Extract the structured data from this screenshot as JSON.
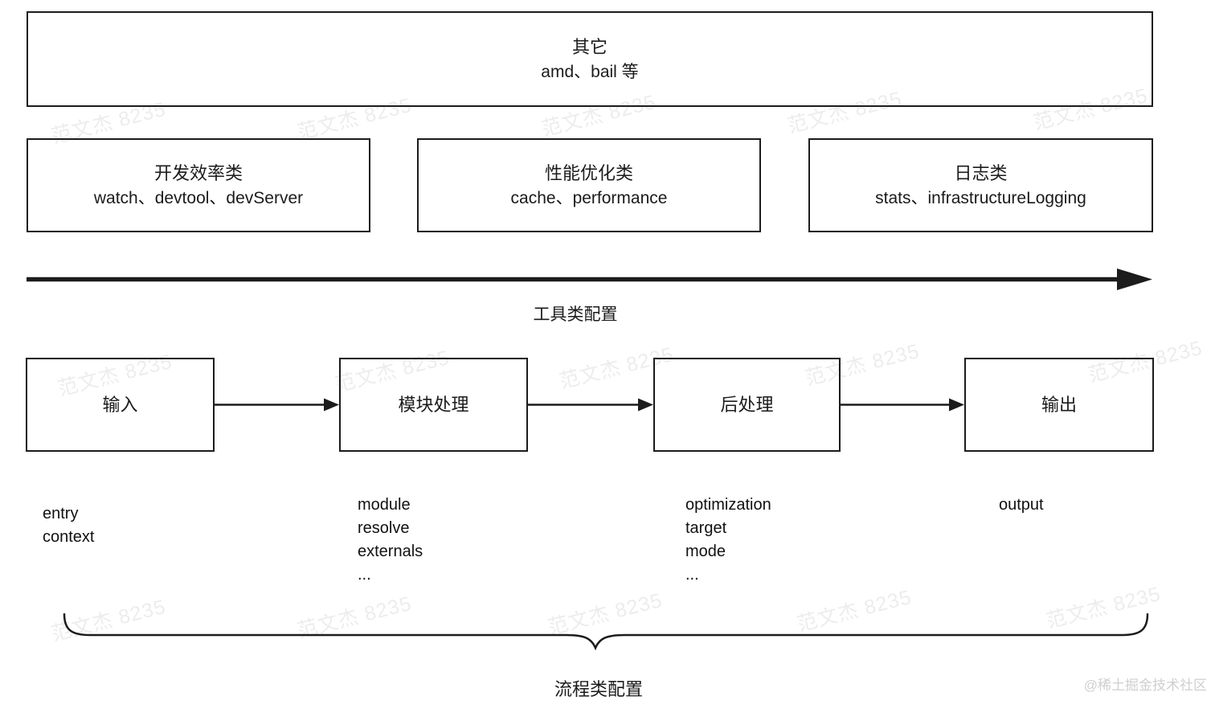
{
  "watermark": {
    "text": "范文杰 8235"
  },
  "credit": "@稀土掘金技术社区",
  "top_box": {
    "title": "其它",
    "items": "amd、bail 等"
  },
  "category_boxes": [
    {
      "title": "开发效率类",
      "items": "watch、devtool、devServer"
    },
    {
      "title": "性能优化类",
      "items": "cache、performance"
    },
    {
      "title": "日志类",
      "items": "stats、infrastructureLogging"
    }
  ],
  "tool_axis": {
    "label": "工具类配置"
  },
  "flow": {
    "steps": [
      {
        "label": "输入",
        "options": [
          "entry",
          "context"
        ]
      },
      {
        "label": "模块处理",
        "options": [
          "module",
          "resolve",
          "externals",
          "..."
        ]
      },
      {
        "label": "后处理",
        "options": [
          "optimization",
          "target",
          "mode",
          "..."
        ]
      },
      {
        "label": "输出",
        "options": [
          "output"
        ]
      }
    ],
    "brace_label": "流程类配置"
  },
  "colors": {
    "stroke": "#1c1c1c",
    "watermark": "#e8e8e8",
    "credit": "#cfcfcf"
  }
}
